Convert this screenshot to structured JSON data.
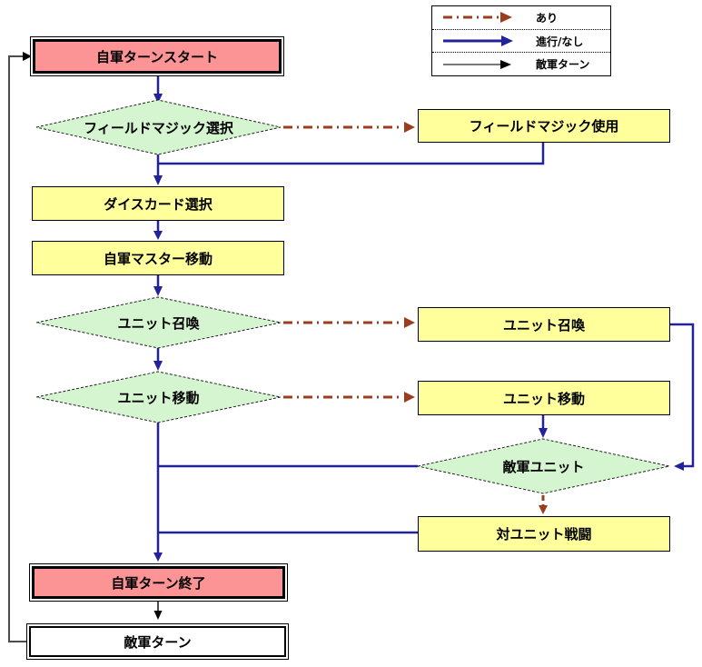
{
  "legend": {
    "items": [
      {
        "label": "あり",
        "line_style": "dash-dot",
        "color": "#9C3D1F"
      },
      {
        "label": "進行/なし",
        "line_style": "solid",
        "color": "#22229A"
      },
      {
        "label": "敵軍ターン",
        "line_style": "thin-solid",
        "color": "#4D4D4D"
      }
    ]
  },
  "nodes": {
    "start": {
      "label": "自軍ターンスタート",
      "type": "terminator"
    },
    "field_magic_select": {
      "label": "フィールドマジック選択",
      "type": "decision"
    },
    "field_magic_use": {
      "label": "フィールドマジック使用",
      "type": "process"
    },
    "dice_card_select": {
      "label": "ダイスカード選択",
      "type": "process"
    },
    "own_master_move": {
      "label": "自軍マスター移動",
      "type": "process"
    },
    "unit_summon_select": {
      "label": "ユニット召喚",
      "type": "decision"
    },
    "unit_summon": {
      "label": "ユニット召喚",
      "type": "process"
    },
    "unit_move_select": {
      "label": "ユニット移動",
      "type": "decision"
    },
    "unit_move": {
      "label": "ユニット移動",
      "type": "process"
    },
    "enemy_unit": {
      "label": "敵軍ユニット",
      "type": "decision"
    },
    "unit_battle": {
      "label": "対ユニット戦闘",
      "type": "process"
    },
    "end": {
      "label": "自軍ターン終了",
      "type": "terminator"
    },
    "enemy_turn": {
      "label": "敵軍ターン",
      "type": "terminator"
    }
  },
  "colors": {
    "flow_primary": "#22229A",
    "flow_conditional": "#9C3D1F",
    "flow_enemy": "#4D4D4D",
    "node_process_fill": "#FFFF9C",
    "node_decision_fill": "#D5F5D0",
    "node_terminator_fill": "#FC9496",
    "node_enemy_fill": "#FFFFFF",
    "border": "#000000"
  }
}
